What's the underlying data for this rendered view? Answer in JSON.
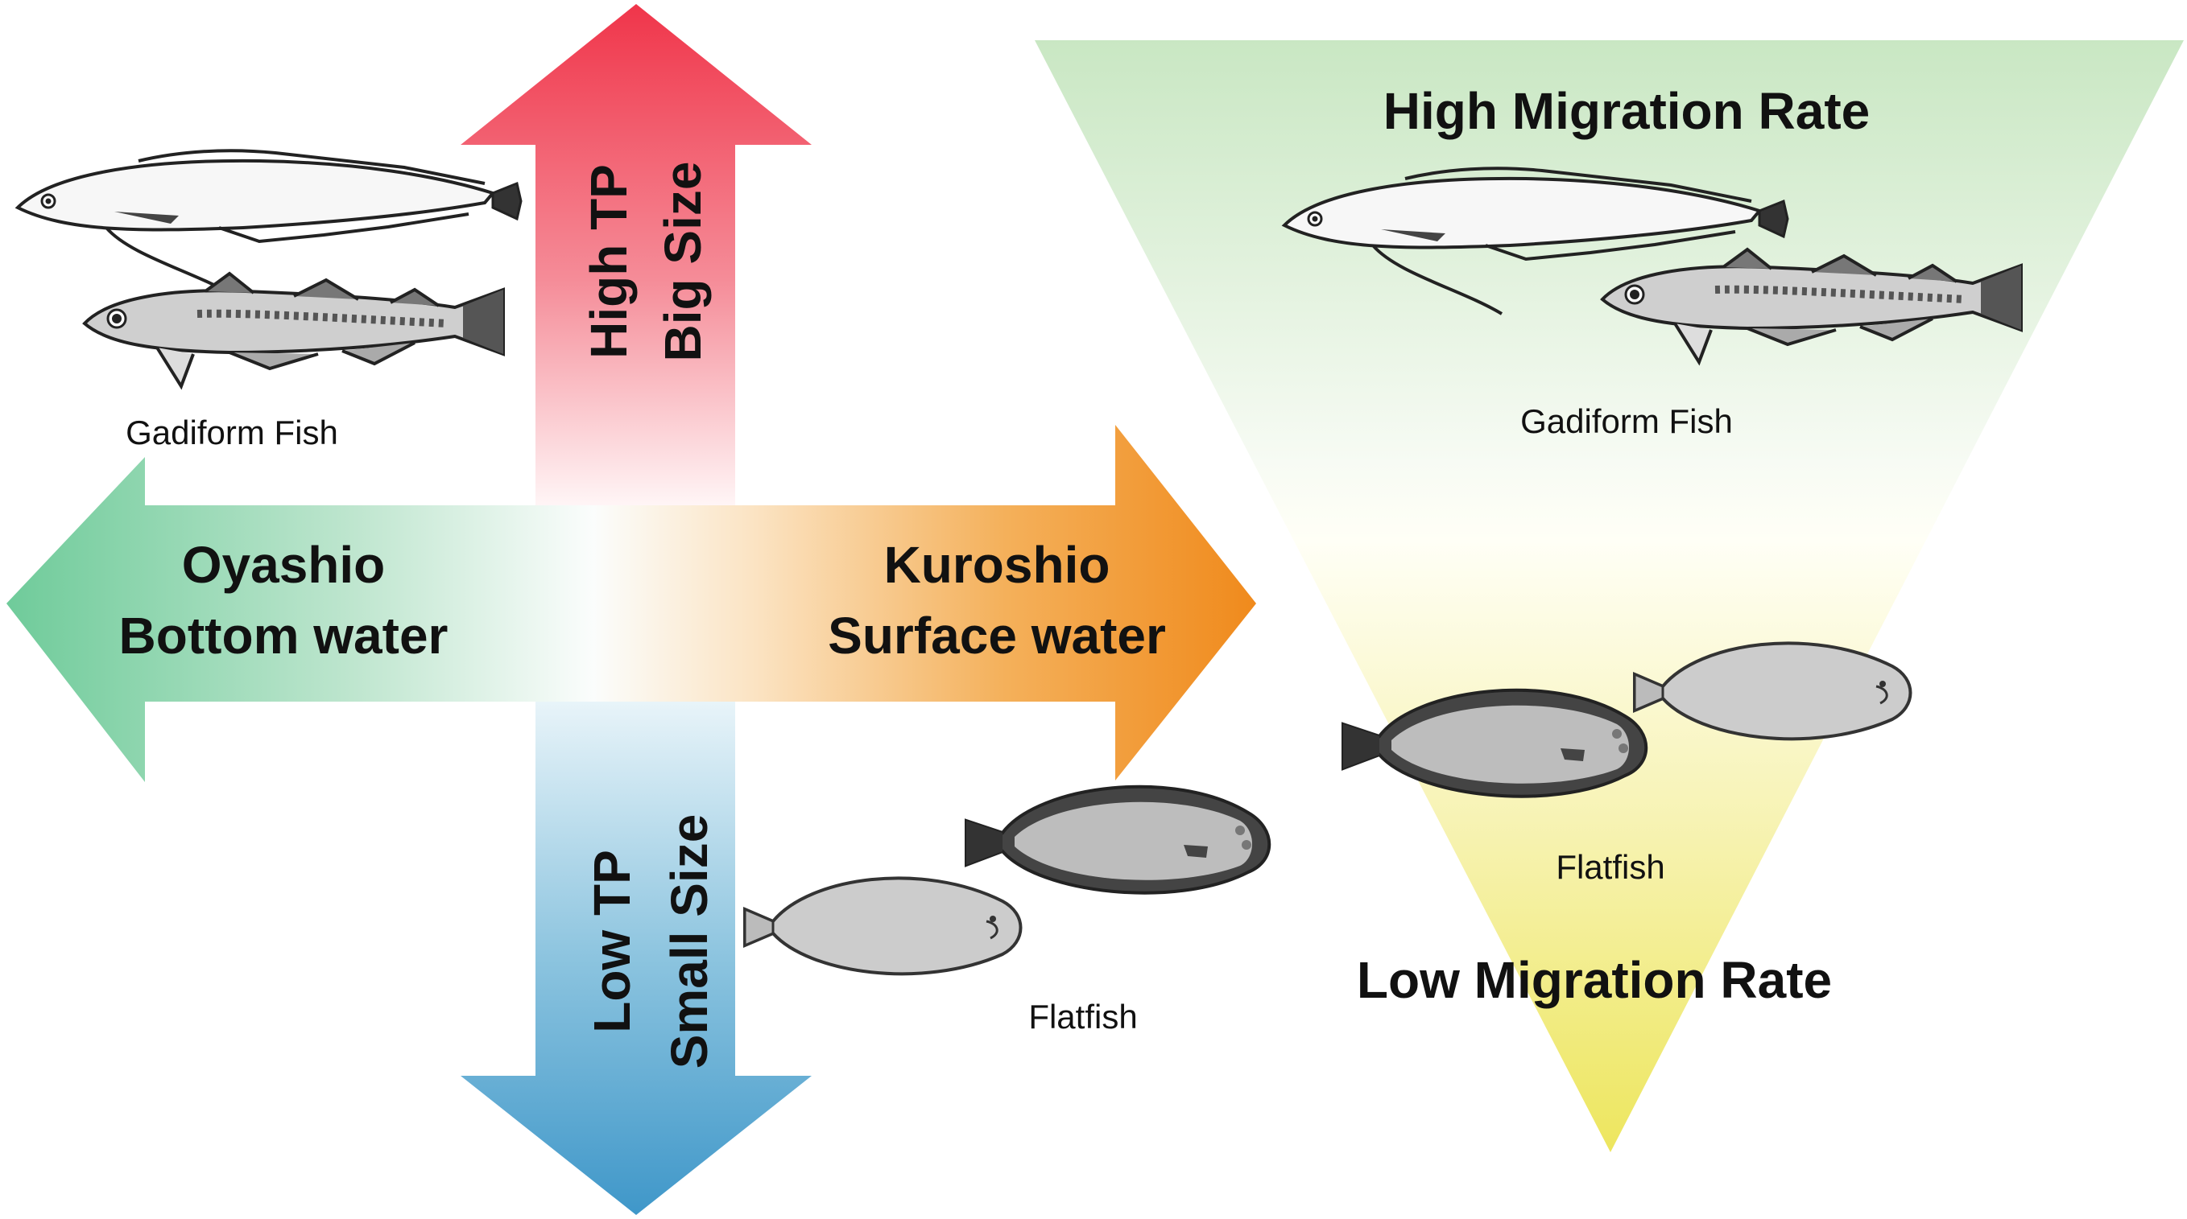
{
  "arrows": {
    "up": {
      "line1": "High TP",
      "line2": "Big Size",
      "color": "#f0354a"
    },
    "down": {
      "line1": "Low TP",
      "line2": "Small Size",
      "color": "#3f97c9"
    },
    "left": {
      "line1": "Oyashio",
      "line2": "Bottom water",
      "color": "#6fcb9a"
    },
    "right": {
      "line1": "Kuroshio",
      "line2": "Surface water",
      "color": "#f08a1c"
    }
  },
  "left_labels": {
    "gadiform": "Gadiform Fish",
    "flatfish": "Flatfish"
  },
  "triangle": {
    "top_title": "High Migration Rate",
    "bottom_title": "Low Migration Rate",
    "gadiform": "Gadiform Fish",
    "flatfish": "Flatfish",
    "top_color": "#c9e7c3",
    "bottom_color": "#ede65e"
  }
}
